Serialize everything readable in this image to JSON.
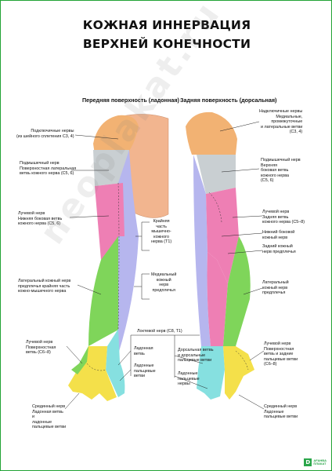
{
  "title": {
    "line1": "КОЖНАЯ ИННЕРВАЦИЯ",
    "line2": "ВЕРХНЕЙ КОНЕЧНОСТИ"
  },
  "sides": {
    "anterior": "Передняя поверхность (ладонная)",
    "posterior": "Задняя поверхность (дорсальная)"
  },
  "labels": {
    "left": {
      "supraclavicular": "Подключичные нервы\n(из шейного сплетения C3, 4)",
      "axillary": "Подмышечный нерв\nПоверхностная латеральная\nветвь кожного нерва (C5, 6)",
      "radial": "Лучевой нерв\nНижняя боковая ветвь\nкожного нерва (C5, 6)",
      "lateral_cutaneous": "Латеральный кожный нерв\nпредплечья крайняя часть\nкожно-мышечного нерва",
      "radial_hand": "Лучевой нерв\nПоверхностная\nветвь (C6–8)",
      "median_hand": "Срединный нерв\nЛадонная ветвь\nи\nладонные\nпальцевые ветви"
    },
    "center": {
      "medial_brachial": "Крайняя\nчасть\nмышечно-\nкожного\nнерва (T1)",
      "medial_antebrachial": "Медиальный\nкожный\nнерв\nпредплечья",
      "ulnar": "Локтевой нерв (C8, T1)",
      "palmar_branch": "Ладонная\nветвь",
      "palmar_digital": "Ладонные\nпальцевые\nветви",
      "dorsal_branch": "Дорсальная ветвь\nи дорсальные\nпальцевые ветви",
      "palmar_digital_2": "Ладонные\nпальцевые\nнервы"
    },
    "right": {
      "supraclavicular": "Надключичные нервы\nМедиальные,\nпромежуточные\nи латеральные ветви\n(C3, 4)",
      "axillary": "Подмышечный нерв\nВерхняя\nбоковая ветвь\nкожного нерва\n(C5, 6)",
      "radial": "Лучевой нерв\nЗадняя ветвь\nкожного нерва (C5–8)",
      "lower_lateral": "Нижний боковой\nкожный нерв",
      "posterior_cutaneous": "Задний кожный\nнерв предплечья",
      "lateral_cutaneous": "Латеральный\nкожный нерв\nпредплечья",
      "radial_hand": "Лучевой нерв\nПоверхностная\nветвь и задние\nпальцевые ветви\n(C6–8)",
      "median_hand": "Срединный нерв\nЛадонные\nпальцевые ветви"
    }
  },
  "watermark": "neoplakat.ru",
  "logo": {
    "mark": "D",
    "line1": "AFAHBA",
    "line2": "ПЛАКАТ"
  },
  "colors": {
    "shoulder": "#f2b273",
    "axillary": "#c9cfd2",
    "radial": "#ee7fb4",
    "lateral": "#7fd55a",
    "medial": "#b6b6ee",
    "ulnar": "#86e0e0",
    "median": "#f4e04a",
    "skin": "#f2b58f",
    "frame": "#22a335"
  }
}
